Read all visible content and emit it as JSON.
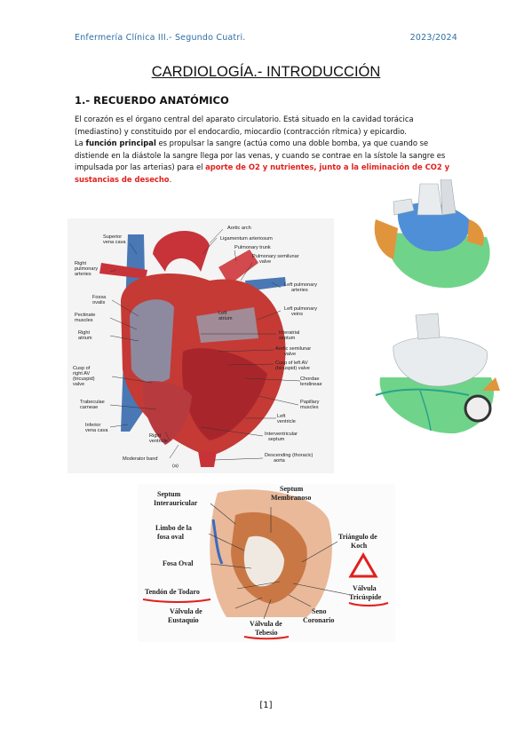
{
  "header": {
    "left": "Enfermería Clínica III.- Segundo Cuatri.",
    "right": "2023/2024"
  },
  "title": "CARDIOLOGÍA.- INTRODUCCIÓN",
  "section": "1.- RECUERDO ANATÓMICO",
  "para1": "El corazón es el órgano central del aparato circulatorio. Está situado en la cavidad torácica (mediastino) y constituido por el endocardio, miocardio (contracción rítmica) y epicardio.",
  "para2": {
    "pre": "La ",
    "bold": "función principal",
    "mid": " es propulsar la sangre (actúa como una doble bomba, ya que cuando se distiende en la diástole la sangre llega por las venas, y cuando se contrae en la sístole la sangre es impulsada por las arterias) para el ",
    "red": "aporte de O2 y nutrientes, junto a la eliminación de CO2 y sustancias de desecho",
    "end": "."
  },
  "figure1_labels": {
    "aortic_arch": "Aortic arch",
    "svc_1": "Superior",
    "svc_2": "vena cava",
    "lig": "Ligamentum arteriosum",
    "pt": "Pulmonary trunk",
    "psv_1": "Pulmonary semilunar",
    "psv_2": "valve",
    "rpa_1": "Right",
    "rpa_2": "pulmonary",
    "rpa_3": "arteries",
    "lpa_1": "Left pulmonary",
    "lpa_2": "arteries",
    "fo_1": "Fossa",
    "fo_2": "ovalis",
    "lpv_1": "Left pulmonary",
    "lpv_2": "veins",
    "pm_1": "Pectinate",
    "pm_2": "muscles",
    "la_1": "Left",
    "la_2": "atrium",
    "ra_1": "Right",
    "ra_2": "atrium",
    "ias_1": "Interatrial",
    "ias_2": "septum",
    "asv_1": "Aortic semilunar",
    "asv_2": "valve",
    "cla_1": "Cusp of left AV",
    "cla_2": "(bicuspid) valve",
    "cra_1": "Cusp of",
    "cra_2": "right AV",
    "cra_3": "(tricuspid)",
    "cra_4": "valve",
    "ct_1": "Chordae",
    "ct_2": "tendineae",
    "tc_1": "Trabeculae",
    "tc_2": "carneae",
    "pap_1": "Papillary",
    "pap_2": "muscles",
    "lv_1": "Left",
    "lv_2": "ventricle",
    "ivc_1": "Inferior",
    "ivc_2": "vena cava",
    "ivs_1": "Interventricular",
    "ivs_2": "septum",
    "rv_1": "Right",
    "rv_2": "ventricle",
    "mb": "Moderator band",
    "da_1": "Descending (thoracic)",
    "da_2": "aorta",
    "fig": "(a)"
  },
  "figure4_labels": {
    "si_1": "Septum",
    "si_2": "Interauricular",
    "sm_1": "Septum",
    "sm_2": "Membranoso",
    "lfo_1": "Limbo de la",
    "lfo_2": "fosa oval",
    "tk_1": "Triángulo de",
    "tk_2": "Koch",
    "fo": "Fosa Oval",
    "td": "Tendón de Todaro",
    "vt_1": "Válvula",
    "vt_2": "Tricúspide",
    "ve_1": "Válvula de",
    "ve_2": "Eustaquio",
    "sc_1": "Seno",
    "sc_2": "Coronario",
    "vte_1": "Válvula de",
    "vte_2": "Tebesio"
  },
  "page_number": "[1]",
  "colors": {
    "header": "#2f6ea4",
    "highlight": "#e0201c"
  }
}
